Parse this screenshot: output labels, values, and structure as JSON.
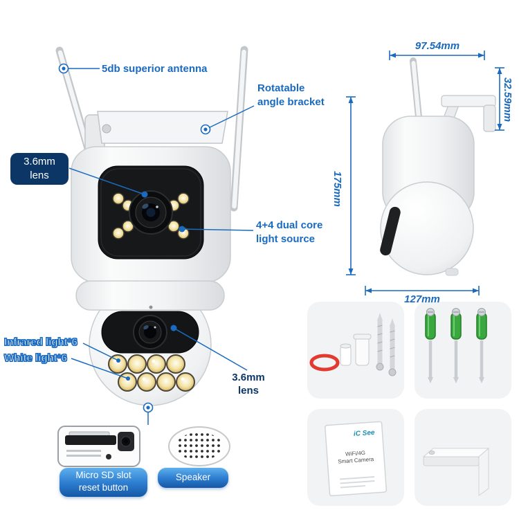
{
  "colors": {
    "accent_blue": "#1a6ac0",
    "navy": "#0c3666",
    "badge_gradient_top": "#5fb0ec",
    "badge_gradient_bottom": "#1557a5",
    "red_ring": "#e23a2e",
    "anchor_green": "#3aa83f"
  },
  "callouts": {
    "antenna": {
      "label": "5db superior antenna"
    },
    "bracket": {
      "line1": "Rotatable",
      "line2": "angle bracket"
    },
    "lens_top": {
      "line1": "3.6mm",
      "line2": "lens"
    },
    "light_source": {
      "line1": "4+4 dual core",
      "line2": "light source"
    },
    "infrared": {
      "label": "Infrared light*6"
    },
    "white_light": {
      "label": "White light*6"
    },
    "lens_bottom": {
      "line1": "3.6mm",
      "line2": "lens"
    },
    "sd_slot": {
      "line1": "Micro SD slot",
      "line2": "reset button"
    },
    "speaker": {
      "label": "Speaker"
    }
  },
  "dimensions": {
    "top_width": "97.54mm",
    "bracket_height": "32.59mm",
    "total_height": "175mm",
    "base_width": "127mm"
  },
  "manual": {
    "brand": "iC See",
    "line1": "WiFi/4G",
    "line2": "Smart Camera"
  }
}
